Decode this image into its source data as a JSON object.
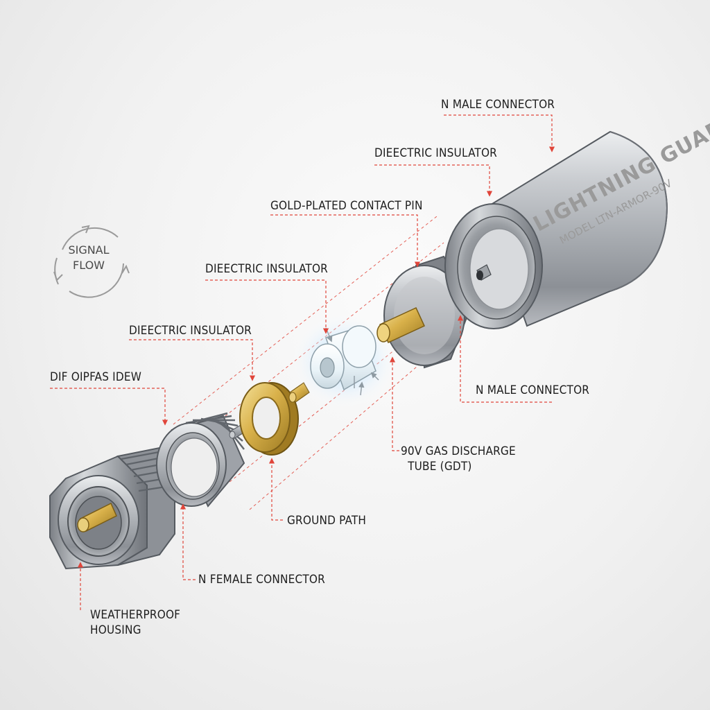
{
  "labels": {
    "n_male_top": "N MALE CONNECTOR",
    "dielectric_1": "DIEECTRIC INSULATOR",
    "gold_pin": "GOLD-PLATED CONTACT PIN",
    "dielectric_2": "DIEECTRIC INSULATOR",
    "dielectric_3": "DIEECTRIC INSULATOR",
    "garbled": "DIF OIPFAS IDEW",
    "n_male_right": "N MALE CONNECTOR",
    "gdt": "90V GAS DISCHARGE\n  TUBE (GDT)",
    "ground_path": "GROUND PATH",
    "n_female": "N FEMALE CONNECTOR",
    "housing": "WEATHERPROOF\nHOUSING"
  },
  "signal_flow": "SIGNAL\nFLOW",
  "engraving": {
    "brand": "LIGHTNING GUARD",
    "model": "MODEL LTN-ARMOR-90V"
  },
  "colors": {
    "leader": "#e0453a",
    "steel": "#b9bcc0",
    "gold": "#d6b24a",
    "glow": "#9fd4f2"
  }
}
